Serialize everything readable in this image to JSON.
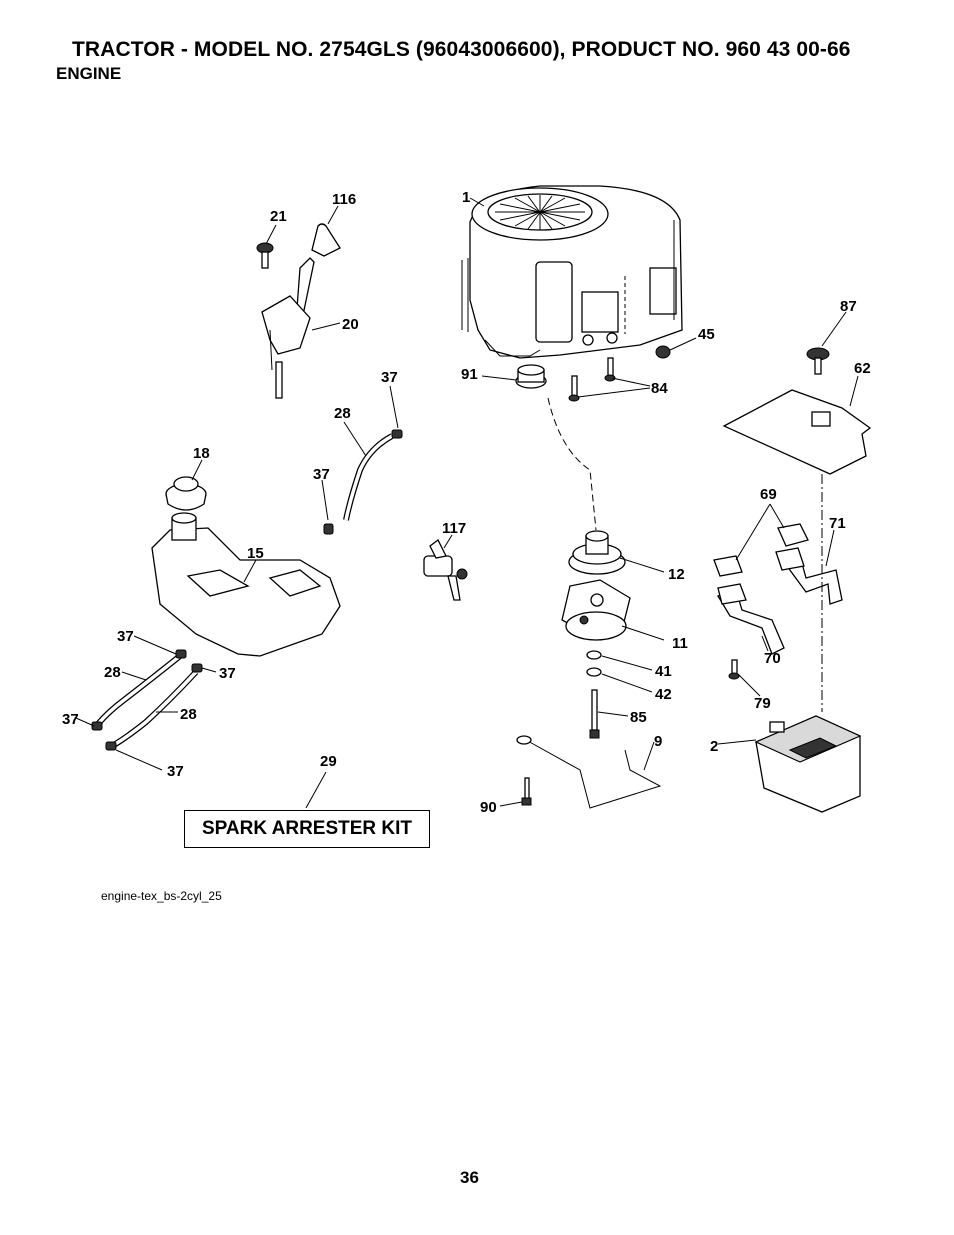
{
  "header": {
    "title": "TRACTOR - MODEL NO. 2754GLS (96043006600), PRODUCT NO. 960 43 00-66",
    "section": "ENGINE"
  },
  "callouts": {
    "c1": "1",
    "c116": "116",
    "c21": "21",
    "c20": "20",
    "c87": "87",
    "c45": "45",
    "c62": "62",
    "c91": "91",
    "c84": "84",
    "c37a": "37",
    "c28a": "28",
    "c18": "18",
    "c37b": "37",
    "c117": "117",
    "c69": "69",
    "c71": "71",
    "c15": "15",
    "c12": "12",
    "c37c": "37",
    "c11": "11",
    "c70": "70",
    "c28b": "28",
    "c37d": "37",
    "c41": "41",
    "c42": "42",
    "c79": "79",
    "c37e": "37",
    "c28c": "28",
    "c85": "85",
    "c9": "9",
    "c2": "2",
    "c29": "29",
    "c37f": "37",
    "c90": "90"
  },
  "kit_label": "SPARK ARRESTER KIT",
  "image_ref": "engine-tex_bs-2cyl_25",
  "page_number": "36"
}
